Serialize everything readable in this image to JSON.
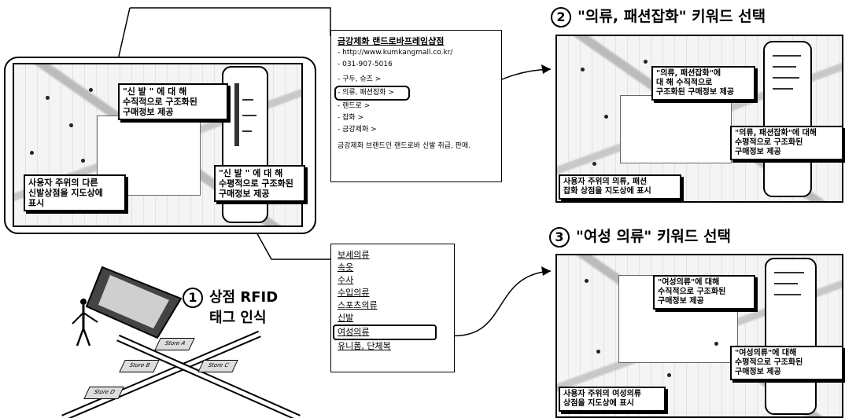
{
  "callouts_main": {
    "vertical": "\"신 발 \" 에 대 해\n수직적으로 구조화된\n구매정보 제공",
    "horizontal": "\"신 발 \" 에 대 해\n수평적으로 구조화된\n구매정보 제공",
    "nearby": "사용자 주위의 다른\n신발상점을 지도상에\n표시"
  },
  "step1": {
    "number": "1",
    "label_line1": "상점 RFID",
    "label_line2": "태그 인식"
  },
  "stores": [
    "Store A",
    "Store B",
    "Store C",
    "Store D"
  ],
  "store_info": {
    "title": "금강제화 랜드로바프레임샵점",
    "url": "- http://www.kumkangmall.co.kr/",
    "phone": "- 031-907-5016",
    "items": [
      "- 구두, 슈즈 >",
      "- 의류, 패션잡화 >",
      "- 랜드로 >",
      "- 잡화 >",
      "- 금강제화 >"
    ],
    "desc": "금강제화 브랜드인 랜드로바 신발 취급, 판매."
  },
  "category_menu": {
    "items": [
      "보세의류",
      "속옷",
      "수사",
      "수입의류",
      "스포츠의류",
      "신발",
      "여성의류",
      "유니폼, 단체복"
    ],
    "selected": "여성의류"
  },
  "step2": {
    "number": "2",
    "heading": "\"의류, 패션잡화\" 키워드 선택",
    "vertical": "\"의류, 패션잡화\"에\n대 해   수직적으로\n구조화된 구매정보 제공",
    "horizontal": "\"의류, 패션잡화\"에 대해\n수평적으로 구조화된\n구매정보 제공",
    "nearby": "사용자 주위의 의류, 패션\n잡화 상점을 지도상에 표시"
  },
  "step3": {
    "number": "3",
    "heading": "\"여성 의류\" 키워드 선택",
    "vertical": "\"여성의류\"에 대해\n수직적으로 구조화된\n구매정보 제공",
    "horizontal": "\"여성의류\"에 대해\n수평적으로 구조화된\n구매정보 제공",
    "nearby": "사용자 주위의 여성의류\n상점을 지도상에 표시"
  }
}
